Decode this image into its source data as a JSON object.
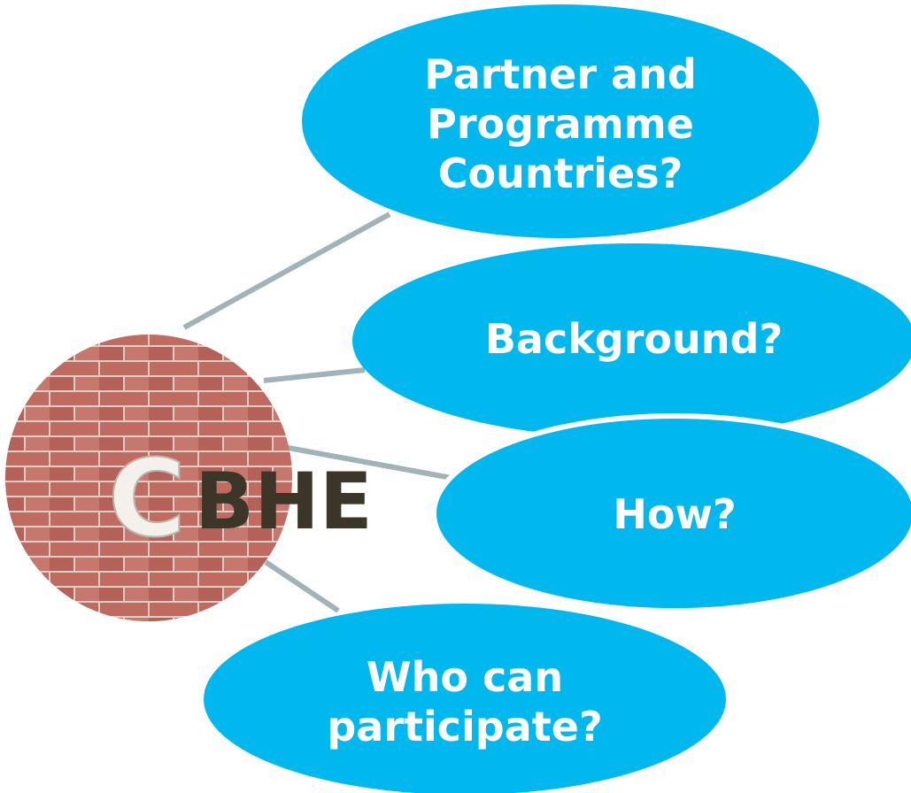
{
  "diagram": {
    "hub": {
      "letter": "C",
      "label": "BHE"
    },
    "bubbles": [
      {
        "lines": [
          "Partner and",
          "Programme",
          "Countries?"
        ]
      },
      {
        "lines": [
          "Background?"
        ]
      },
      {
        "lines": [
          "How?"
        ]
      },
      {
        "lines": [
          "Who can",
          "participate?"
        ]
      }
    ],
    "colors": {
      "bubble_fill": "#00b8ee",
      "connector": "#9fb3b8",
      "hub_text": "#3b3628",
      "brick": "#b8564a",
      "mortar": "#d9c9bd"
    }
  }
}
